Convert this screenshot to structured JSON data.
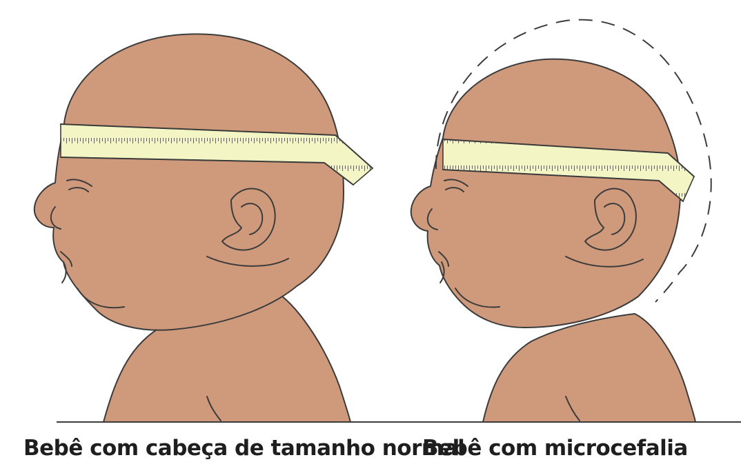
{
  "captions": {
    "normal": "Bebê com cabeça de tamanho normal",
    "micro": "Bebê com microcefalia"
  },
  "colors": {
    "skin": "#cf9a7b",
    "ink": "#3b3b3b",
    "tape": "#f3f6c4",
    "background": "#ffffff"
  },
  "icons": [
    "baby-head-normal-illustration",
    "baby-head-microcephaly-illustration",
    "measuring-tape-icon",
    "dashed-normal-head-outline"
  ]
}
